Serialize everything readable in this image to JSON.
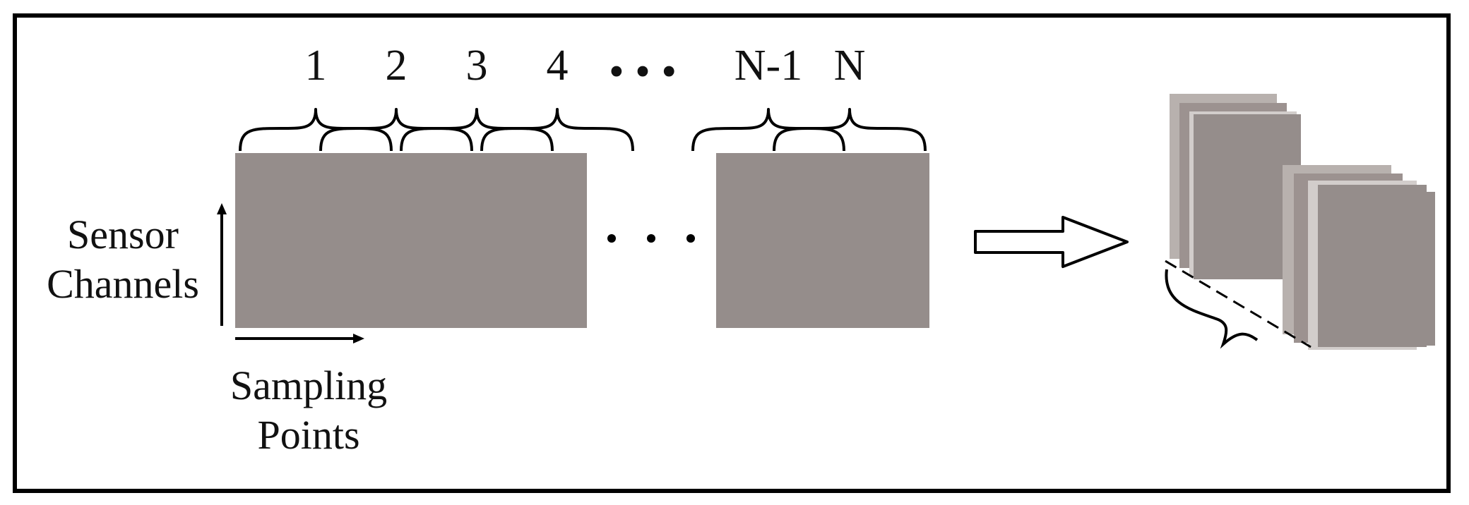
{
  "window_labels": [
    "1",
    "2",
    "3",
    "4",
    "N-1",
    "N"
  ],
  "ellipsis_top": "• • •",
  "ellipsis_middle": "• • •",
  "y_axis_label": [
    "Sensor",
    "Channels"
  ],
  "x_axis_label": [
    "Sampling",
    "Points"
  ],
  "colors": {
    "signal_block": "#958d8b",
    "stack_light": "#b8b1ae",
    "stack_mid": "#9c9290",
    "frame": "#000000",
    "arrow_fill": "#ffffff",
    "background": "#ffffff"
  },
  "icons": {
    "arrow": "right-arrow-icon",
    "brace": "curly-brace-icon"
  }
}
